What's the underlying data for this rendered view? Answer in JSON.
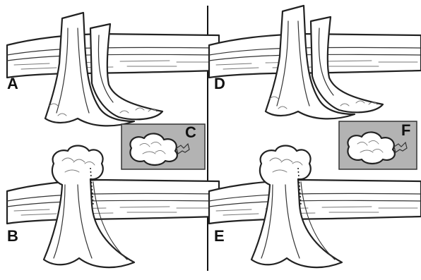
{
  "figure": {
    "panels": [
      {
        "id": "A",
        "label": "A"
      },
      {
        "id": "B",
        "label": "B"
      },
      {
        "id": "C",
        "label": "C"
      },
      {
        "id": "D",
        "label": "D"
      },
      {
        "id": "E",
        "label": "E"
      },
      {
        "id": "F",
        "label": "F"
      }
    ]
  },
  "colors": {
    "background": "#ffffff",
    "inset_fill": "#b3b3b3",
    "outline": "#222222",
    "divider": "#111111"
  }
}
